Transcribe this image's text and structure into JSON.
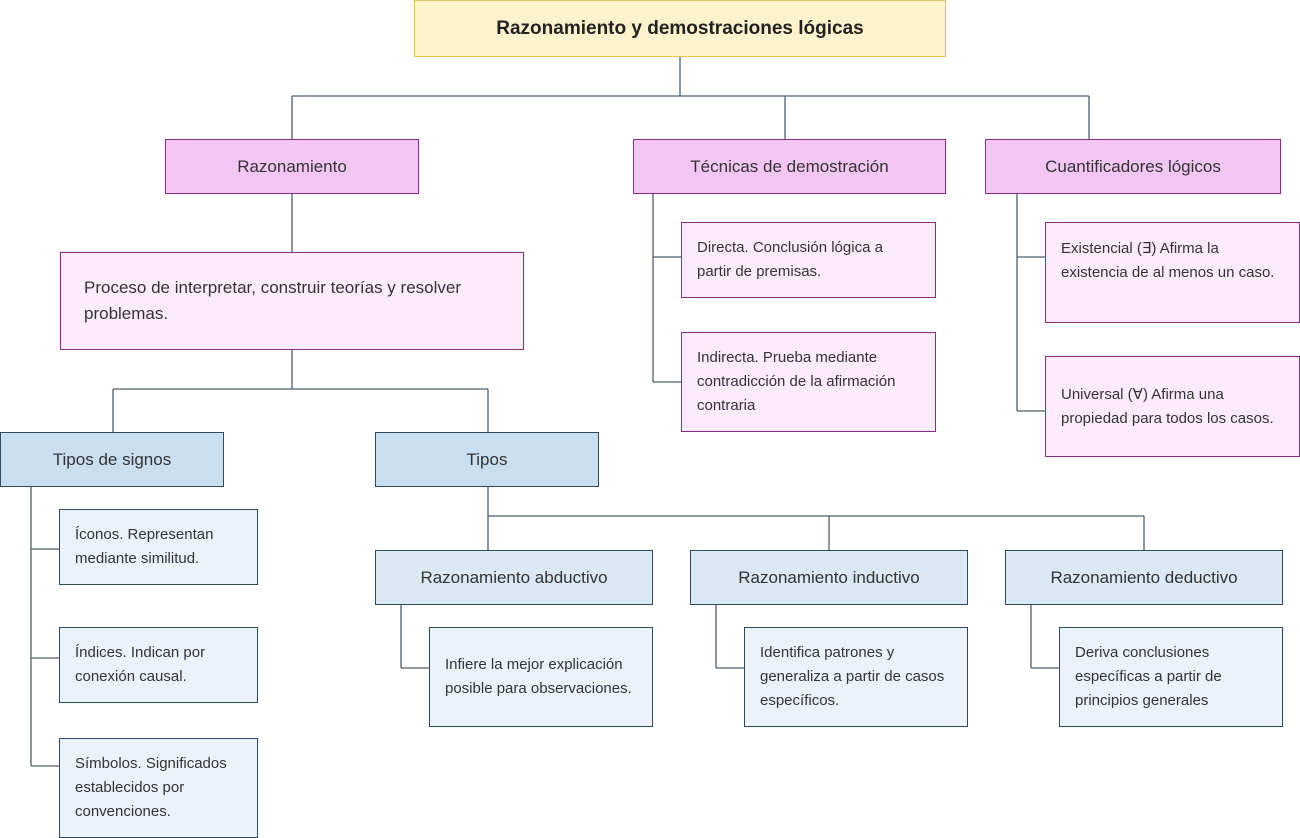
{
  "root": {
    "title": "Razonamiento y demostraciones lógicas"
  },
  "razonamiento": {
    "label": "Razonamiento",
    "definition": "Proceso de interpretar, construir teorías y resolver problemas.",
    "tipos_de_signos": {
      "label": "Tipos de signos",
      "items": [
        "Íconos. Representan mediante similitud.",
        "Índices. Indican por conexión causal.",
        "Símbolos. Significados establecidos por convenciones."
      ]
    },
    "tipos": {
      "label": "Tipos",
      "abductivo": {
        "label": "Razonamiento abductivo",
        "desc": "Infiere la mejor explicación posible para observaciones."
      },
      "inductivo": {
        "label": "Razonamiento inductivo",
        "desc": "Identifica patrones y generaliza a partir de casos específicos."
      },
      "deductivo": {
        "label": "Razonamiento deductivo",
        "desc": "Deriva conclusiones específicas a partir de principios generales"
      }
    }
  },
  "tecnicas": {
    "label": "Técnicas de demostración",
    "items": [
      "Directa. Conclusión lógica a partir de premisas.",
      "Indirecta. Prueba mediante contradicción de la afirmación contraria"
    ]
  },
  "cuantificadores": {
    "label": "Cuantificadores lógicos",
    "items": [
      "Existencial (∃) Afirma la existencia de al menos un caso.",
      "Universal (∀) Afirma una propiedad para todos los casos."
    ]
  },
  "colors": {
    "root_fill": "#fff2cc",
    "root_border": "#e7c55a",
    "pink_fill": "#f4c6f4",
    "pink_light": "#fcebfc",
    "pink_border": "#8a2b8a",
    "blue_fill": "#c9dff0",
    "blue_light": "#ebf2f9",
    "blue_border": "#2e4a62",
    "connector": "#4a5d6e"
  }
}
